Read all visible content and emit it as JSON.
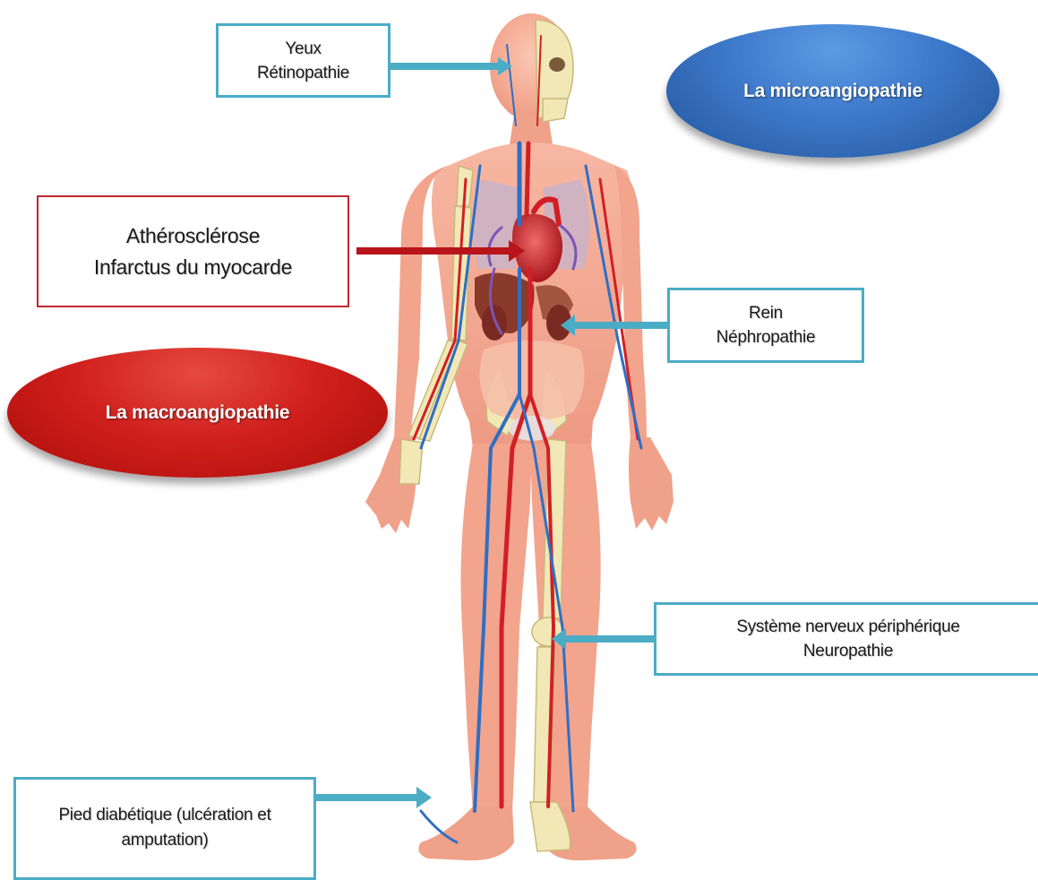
{
  "colors": {
    "callout_blue": "#4bacc6",
    "callout_red": "#c0272d",
    "micro_oval": "#3d78c9",
    "macro_oval": "#d0201d",
    "skin": "#f2a48d",
    "vein_blue": "#2e6fc4",
    "artery_red": "#d21f26",
    "bone": "#f1e8b6"
  },
  "ovals": {
    "micro": "La microangiopathie",
    "macro": "La macroangiopathie"
  },
  "callouts": {
    "eyes": {
      "line1": "Yeux",
      "line2": "Rétinopathie"
    },
    "heart": {
      "line1": "Athérosclérose",
      "line2": "Infarctus du myocarde"
    },
    "kidney": {
      "line1": "Rein",
      "line2": "Néphropathie"
    },
    "nerve": {
      "line1": "Système nerveux périphérique",
      "line2": "Neuropathie"
    },
    "foot": {
      "line1": "Pied diabétique (ulcération et",
      "line2": "amputation)"
    }
  }
}
